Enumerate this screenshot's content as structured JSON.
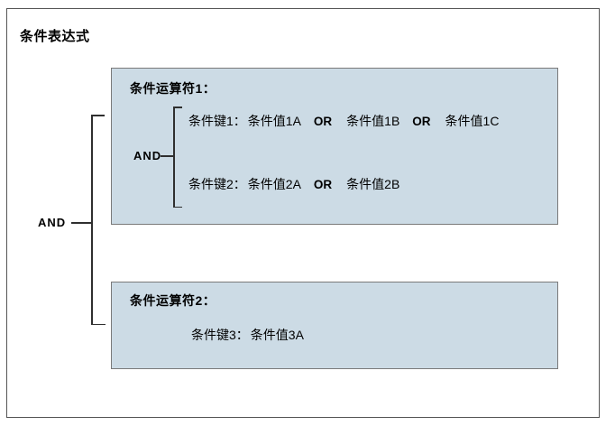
{
  "title": "条件表达式",
  "outer_operator": {
    "label": "AND"
  },
  "box1": {
    "header": "条件运算符1：",
    "operator": "AND",
    "rows": [
      {
        "key": "条件键1：",
        "joiner": "OR",
        "values": [
          "条件值1A",
          "条件值1B",
          "条件值1C"
        ]
      },
      {
        "key": "条件键2：",
        "joiner": "OR",
        "values": [
          "条件值2A",
          "条件值2B"
        ]
      }
    ]
  },
  "box2": {
    "header": "条件运算符2：",
    "rows": [
      {
        "key": "条件键3：",
        "values": [
          "条件值3A"
        ]
      }
    ]
  },
  "colors": {
    "box_fill": "#ccdbe5",
    "box_border": "#7a7a7a",
    "frame_border": "#555555",
    "connector": "#2f2f2f",
    "text": "#000000"
  }
}
